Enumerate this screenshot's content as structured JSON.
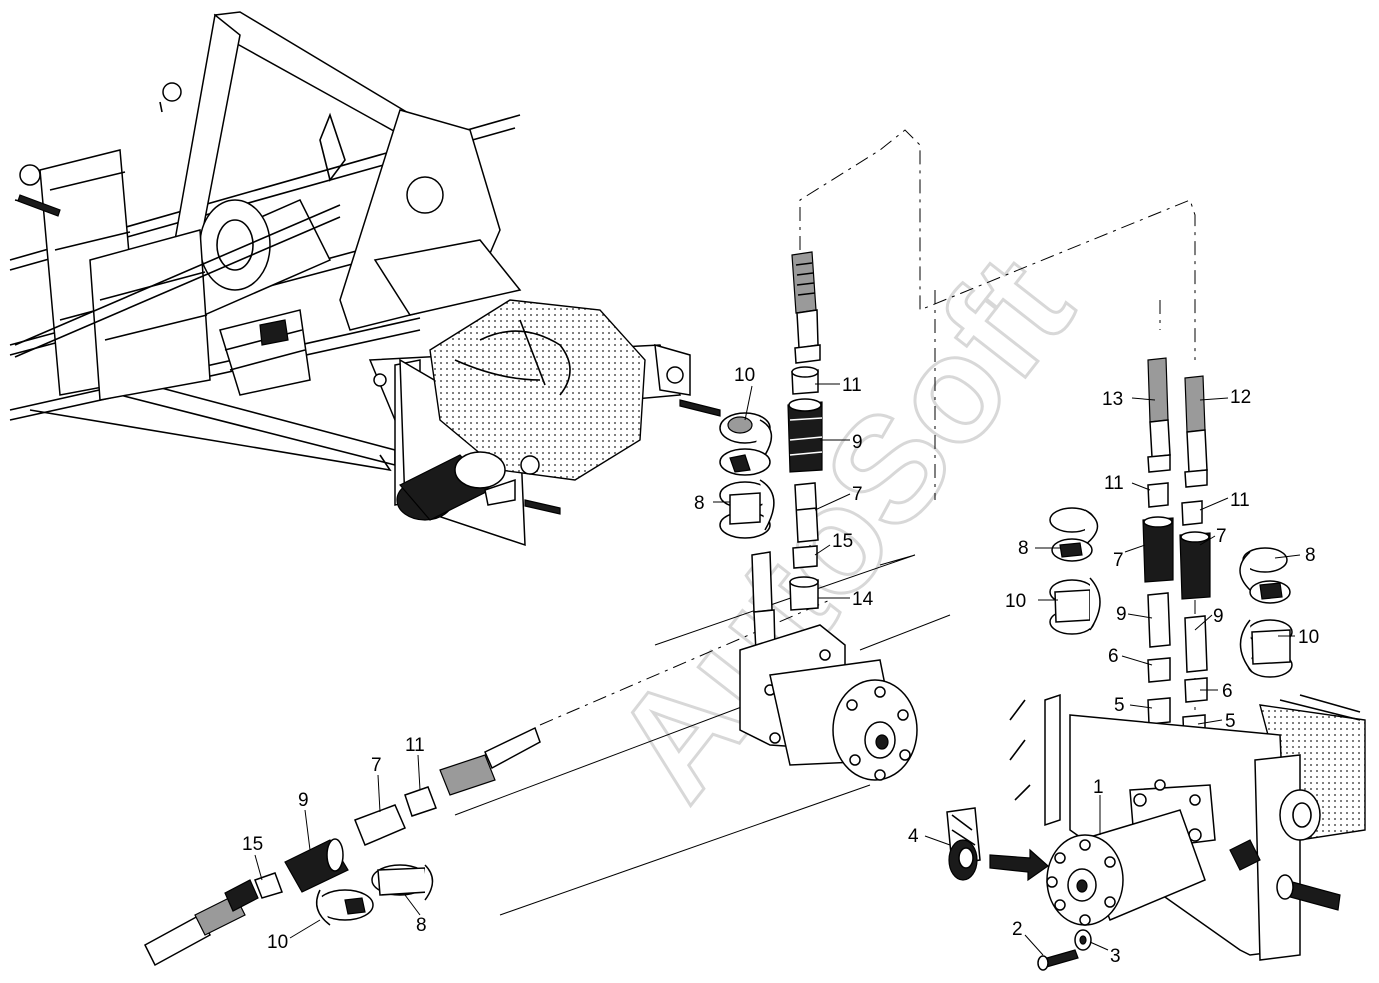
{
  "watermark": "AutoSoft",
  "callouts": [
    {
      "id": "c10a",
      "text": "10"
    },
    {
      "id": "c11a",
      "text": "11"
    },
    {
      "id": "c9a",
      "text": "9"
    },
    {
      "id": "c8a",
      "text": "8"
    },
    {
      "id": "c7a",
      "text": "7"
    },
    {
      "id": "c15a",
      "text": "15"
    },
    {
      "id": "c14a",
      "text": "14"
    },
    {
      "id": "c13",
      "text": "13"
    },
    {
      "id": "c12",
      "text": "12"
    },
    {
      "id": "c11b",
      "text": "11"
    },
    {
      "id": "c11c",
      "text": "11"
    },
    {
      "id": "c8b",
      "text": "8"
    },
    {
      "id": "c7b",
      "text": "7"
    },
    {
      "id": "c7c",
      "text": "7"
    },
    {
      "id": "c8c",
      "text": "8"
    },
    {
      "id": "c10b",
      "text": "10"
    },
    {
      "id": "c9b",
      "text": "9"
    },
    {
      "id": "c9c",
      "text": "9"
    },
    {
      "id": "c10c",
      "text": "10"
    },
    {
      "id": "c6a",
      "text": "6"
    },
    {
      "id": "c6b",
      "text": "6"
    },
    {
      "id": "c5a",
      "text": "5"
    },
    {
      "id": "c5b",
      "text": "5"
    },
    {
      "id": "c1",
      "text": "1"
    },
    {
      "id": "c4",
      "text": "4"
    },
    {
      "id": "c2",
      "text": "2"
    },
    {
      "id": "c3",
      "text": "3"
    },
    {
      "id": "c11d",
      "text": "11"
    },
    {
      "id": "c7d",
      "text": "7"
    },
    {
      "id": "c9d",
      "text": "9"
    },
    {
      "id": "c15b",
      "text": "15"
    },
    {
      "id": "c10d",
      "text": "10"
    },
    {
      "id": "c8d",
      "text": "8"
    }
  ]
}
